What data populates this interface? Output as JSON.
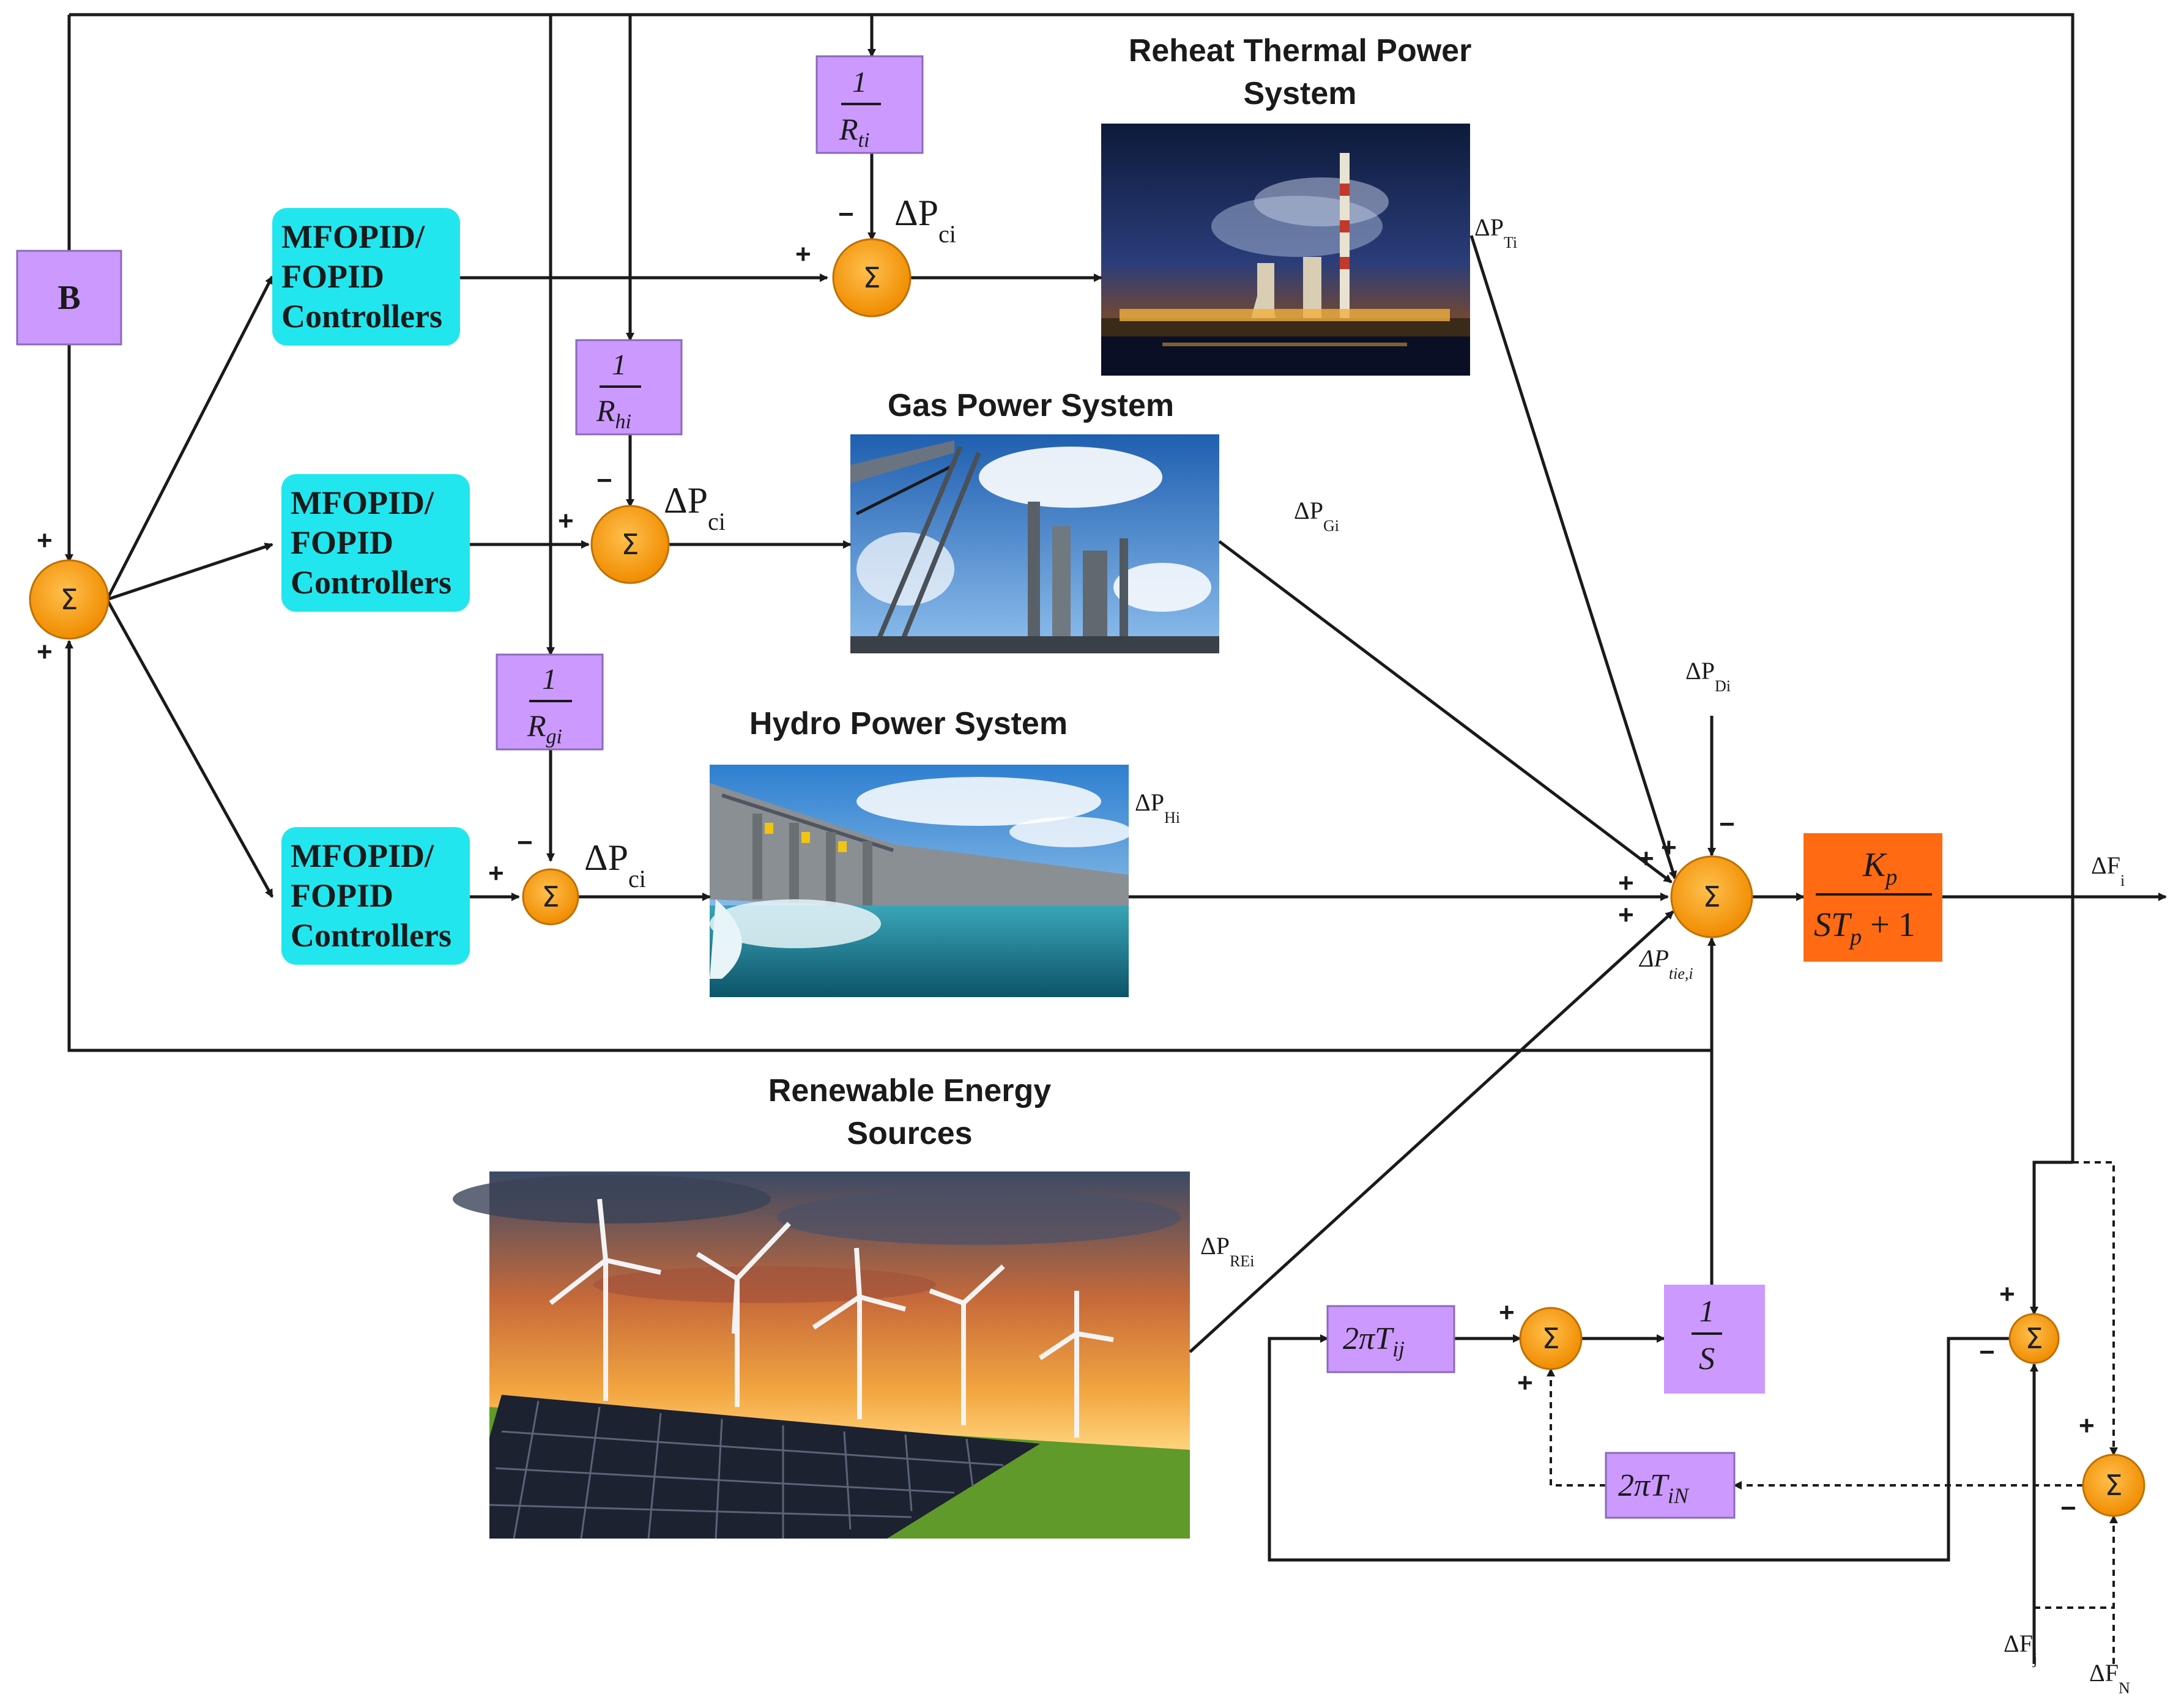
{
  "titles": {
    "thermal": "Reheat Thermal Power System",
    "gas": "Gas Power System",
    "hydro": "Hydro Power System",
    "renewable": "Renewable Energy Sources"
  },
  "blocks": {
    "b": "B",
    "controller": "MFOPID/ FOPID Controllers",
    "r_thermal": {
      "num": "1",
      "den": "R",
      "sub": "ti"
    },
    "r_hydro": {
      "num": "1",
      "den": "R",
      "sub": "hi"
    },
    "r_gas": {
      "num": "1",
      "den": "R",
      "sub": "gi"
    },
    "plant": {
      "num": "K",
      "num_sub": "p",
      "den": "ST",
      "den_sub": "p",
      "den_tail": " + 1"
    },
    "integrator": {
      "num": "1",
      "den": "S"
    },
    "tie_ij": {
      "pre": "2πT",
      "sub": "ij"
    },
    "tie_in": {
      "pre": "2πT",
      "sub": "iN"
    }
  },
  "signals": {
    "dpc": {
      "main": "ΔP",
      "sub": "ci"
    },
    "dpt": {
      "main": "ΔP",
      "sub": "Ti"
    },
    "dpg": {
      "main": "ΔP",
      "sub": "Gi"
    },
    "dph": {
      "main": "ΔP",
      "sub": "Hi"
    },
    "dpd": {
      "main": "ΔP",
      "sub": "Di"
    },
    "dpre": {
      "main": "ΔP",
      "sub": "REi"
    },
    "dptie": {
      "main": "ΔP",
      "sub": "tie,i"
    },
    "dfi": {
      "main": "ΔF",
      "sub": "i"
    },
    "dfj": {
      "main": "ΔF",
      "sub": "j"
    },
    "dfn": {
      "main": "ΔF",
      "sub": "N"
    }
  },
  "sum_symbol": "Σ",
  "signs": {
    "plus": "+",
    "minus": "−"
  },
  "colors": {
    "controller": "#22e6ee",
    "gain_block": "#cc99ff",
    "summer": "#f5a623",
    "plant": "#ff6a13"
  }
}
